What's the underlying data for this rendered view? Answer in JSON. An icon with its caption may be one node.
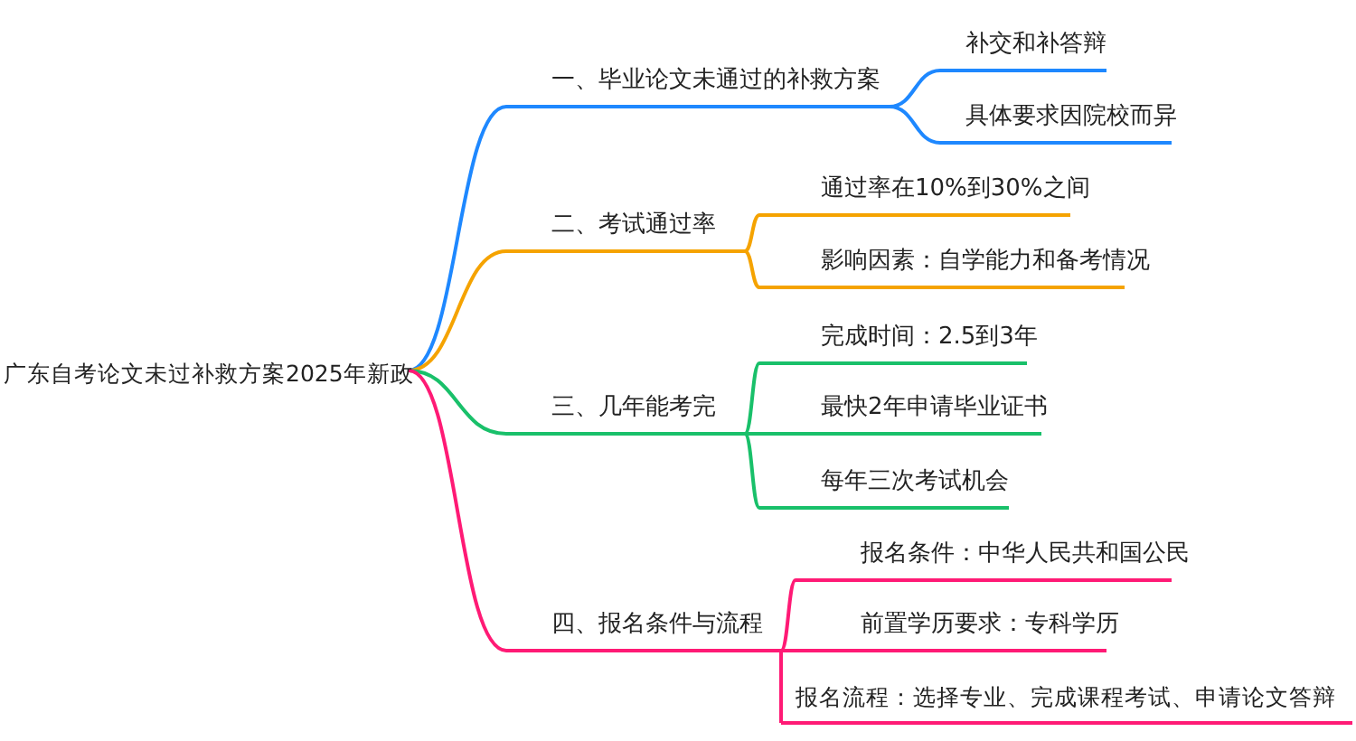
{
  "diagram": {
    "nodes": [
      {
        "text": [
          "广东自考论文未过补救方案2025年新政"
        ]
      },
      {
        "text": [
          "一、毕业论文未通过的补救方案"
        ]
      },
      {
        "text": [
          "补交和补答辩"
        ]
      },
      {
        "text": [
          "具体要求因院校而异"
        ]
      },
      {
        "text": [
          "二、考试通过率"
        ]
      },
      {
        "text": [
          "通过率在10%到30%之间"
        ]
      },
      {
        "text": [
          "影响因素：自学能力和备考情况"
        ]
      },
      {
        "text": [
          "三、几年能考完"
        ]
      },
      {
        "text": [
          "完成时间：2.5到3年"
        ]
      },
      {
        "text": [
          "最快2年申请毕业证书"
        ]
      },
      {
        "text": [
          "每年三次考试机会"
        ]
      },
      {
        "text": [
          "四、报名条件与流程"
        ]
      },
      {
        "text": [
          "报名条件：中华人民共和国公民"
        ]
      },
      {
        "text": [
          "前置学历要求：专科学历"
        ]
      },
      {
        "text": [
          "报名流程：选择专业、完成课程考试、申请论文答辩"
        ]
      }
    ],
    "edges": [
      {
        "from": 0,
        "to": 1,
        "arrow": "none",
        "color": "#1e88ff"
      },
      {
        "from": 1,
        "to": 2,
        "arrow": "none",
        "color": "#1e88ff"
      },
      {
        "from": 1,
        "to": 3,
        "arrow": "none",
        "color": "#1e88ff"
      },
      {
        "from": 0,
        "to": 4,
        "arrow": "none",
        "color": "#f5a300"
      },
      {
        "from": 4,
        "to": 5,
        "arrow": "none",
        "color": "#f5a300"
      },
      {
        "from": 4,
        "to": 6,
        "arrow": "none",
        "color": "#f5a300"
      },
      {
        "from": 0,
        "to": 7,
        "arrow": "none",
        "color": "#19c06a"
      },
      {
        "from": 7,
        "to": 8,
        "arrow": "none",
        "color": "#19c06a"
      },
      {
        "from": 7,
        "to": 9,
        "arrow": "none",
        "color": "#19c06a"
      },
      {
        "from": 7,
        "to": 10,
        "arrow": "none",
        "color": "#19c06a"
      },
      {
        "from": 0,
        "to": 11,
        "arrow": "none",
        "color": "#ff1a75"
      },
      {
        "from": 11,
        "to": 12,
        "arrow": "none",
        "color": "#ff1a75"
      },
      {
        "from": 11,
        "to": 13,
        "arrow": "none",
        "color": "#ff1a75"
      },
      {
        "from": 11,
        "to": 14,
        "arrow": "none",
        "color": "#ff1a75"
      }
    ]
  }
}
